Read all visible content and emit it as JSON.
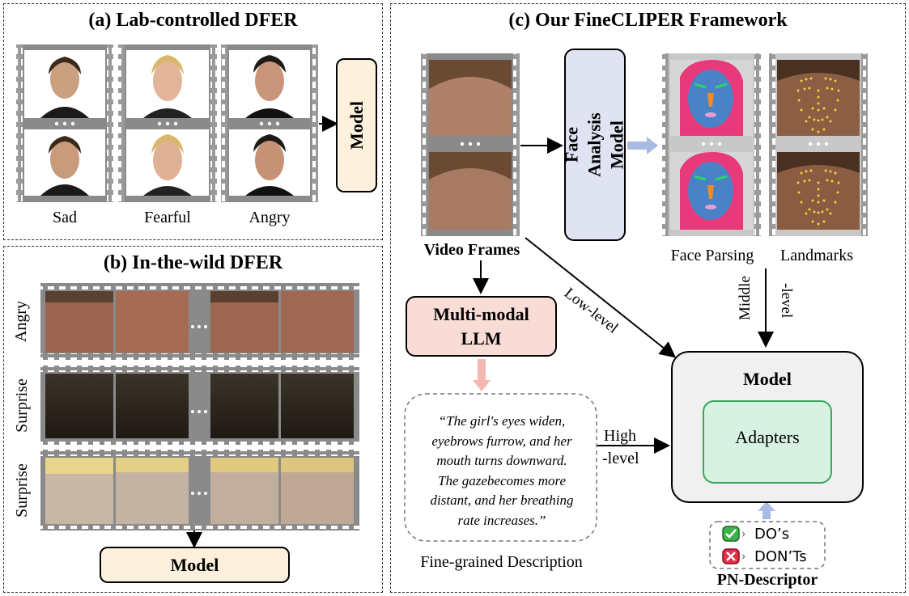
{
  "panel_a": {
    "title": "(a) Lab-controlled DFER",
    "labels": [
      "Sad",
      "Fearful",
      "Angry"
    ],
    "model_label": "Model"
  },
  "panel_b": {
    "title": "(b) In-the-wild DFER",
    "rows": [
      "Angry",
      "Surprise",
      "Surprise"
    ],
    "model_label": "Model"
  },
  "panel_c": {
    "title": "(c) Our FineCLIPER Framework",
    "video_frames_label": "Video Frames",
    "face_analysis_label": "Face Analysis Model",
    "face_parsing_label": "Face Parsing",
    "landmarks_label": "Landmarks",
    "llm_label": "Multi-modal LLM",
    "low_level_label": "Low-level",
    "middle_level_label": "Middle",
    "middle_level_label2": "-level",
    "high_level_label": "High",
    "high_level_label2": "-level",
    "description": "“The girl's eyes widen, eyebrows furrow, and her mouth turns downward. The gazebecomes more distant, and her breathing rate increases.”",
    "description_lines": [
      "“The girl's eyes widen,",
      "eyebrows furrow, and her",
      "mouth turns downward.",
      "The gazebecomes more",
      "distant, and her breathing",
      "rate increases.”"
    ],
    "description_caption": "Fine-grained Description",
    "model_label": "Model",
    "adapters_label": "Adapters",
    "dos_label": "DO’s",
    "donts_label": "DON’Ts",
    "pn_label": "PN-Descriptor"
  },
  "colors": {
    "model_fill": "#fdf0dc",
    "llm_fill": "#fadcd6",
    "face_analysis_fill": "#dfe3f2",
    "adapters_fill": "#d7f2e2",
    "adapters_border": "#3aa85a",
    "big_model_fill": "#f0f0f0",
    "filmstrip": "#8a8a8a",
    "arrow_light_blue": "#aabbe3",
    "arrow_light_pink": "#f5b8b0"
  }
}
